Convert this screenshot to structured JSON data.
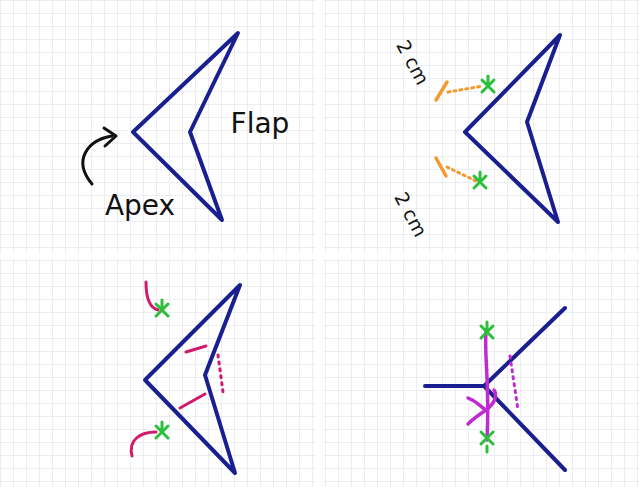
{
  "diagram": {
    "labels": [
      "Flap",
      "Apex",
      "2 cm",
      "2 cm"
    ]
  }
}
